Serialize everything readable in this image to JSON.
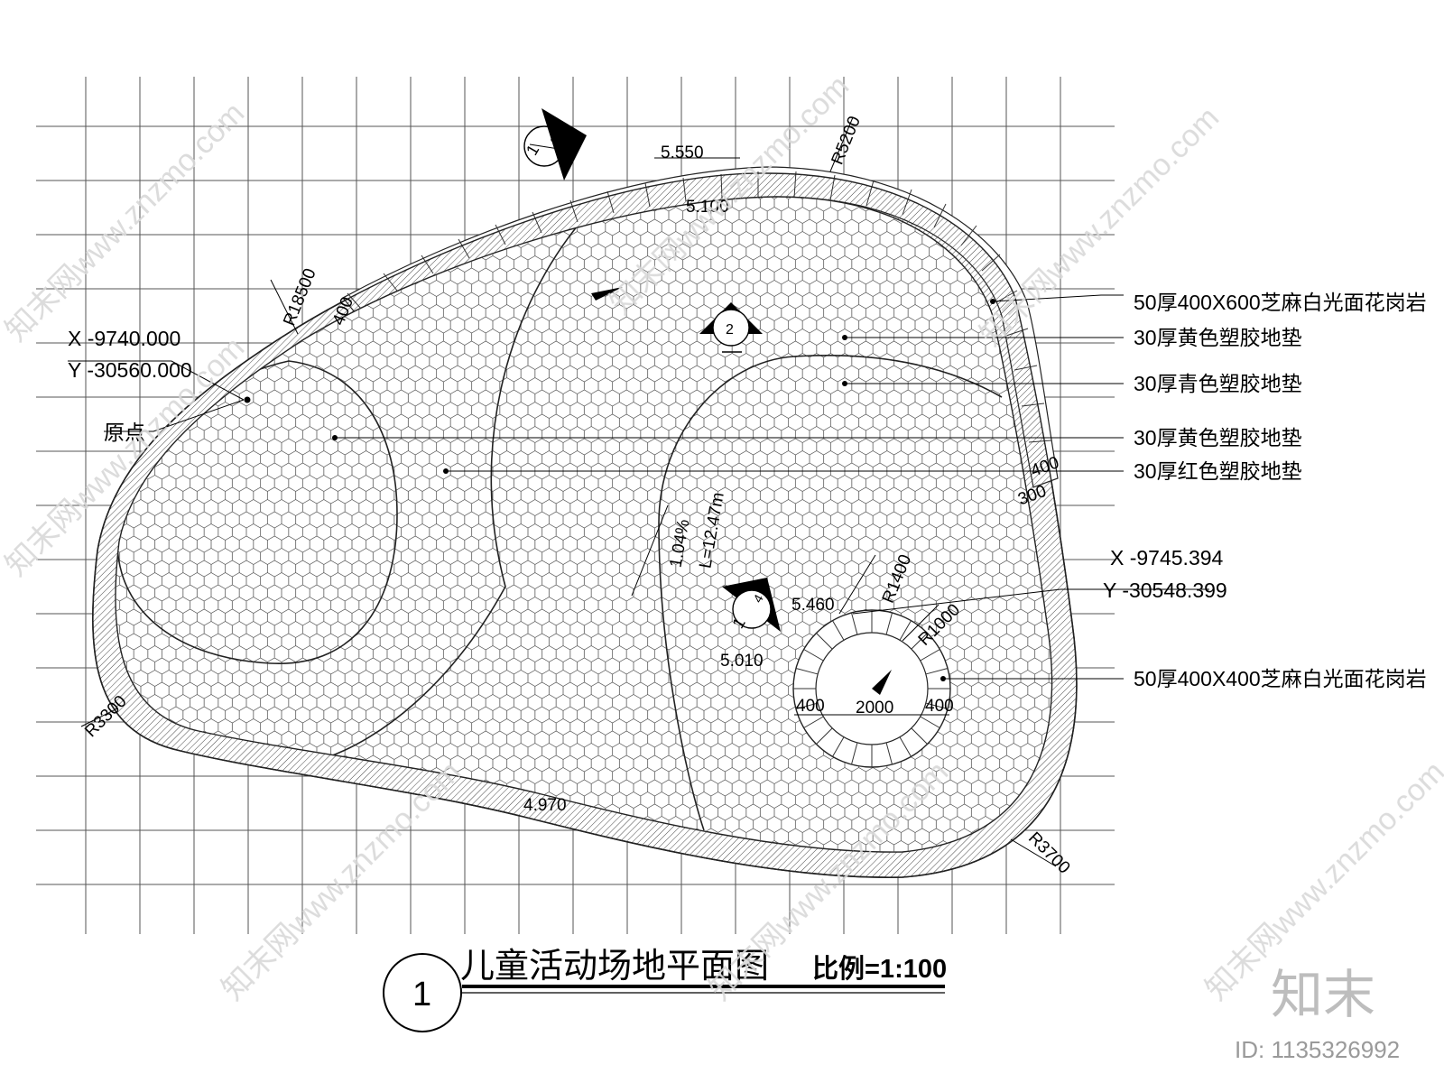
{
  "drawing": {
    "title_number": "1",
    "title": "儿童活动场地平面图",
    "scale": "比例=1:100",
    "origin_label": "原点",
    "origin_coord": {
      "x": "X -9740.000",
      "y": "Y -30560.000"
    },
    "center_coord": {
      "x": "X -9745.394",
      "y": "Y -30548.399"
    },
    "legend": [
      "50厚400X600芝麻白光面花岗岩",
      "30厚黄色塑胶地垫",
      "30厚青色塑胶地垫",
      "30厚黄色塑胶地垫",
      "30厚红色塑胶地垫",
      "50厚400X400芝麻白光面花岗岩"
    ],
    "elevations": [
      "5.550",
      "5.100",
      "5.460",
      "5.010",
      "4.970"
    ],
    "radii": [
      "R5200",
      "R18500",
      "R3300",
      "R3700",
      "R1400",
      "R1000"
    ],
    "dimensions": [
      "400",
      "400",
      "300",
      "400",
      "2000",
      "400"
    ],
    "slope": {
      "grade": "1.04%",
      "length": "L=12.47m"
    },
    "section_marks": [
      "1",
      "3",
      "2",
      "1",
      "4"
    ]
  },
  "watermark": {
    "text": "知末网www.znzmo.com",
    "brand": "知末",
    "id": "ID: 1135326992"
  }
}
